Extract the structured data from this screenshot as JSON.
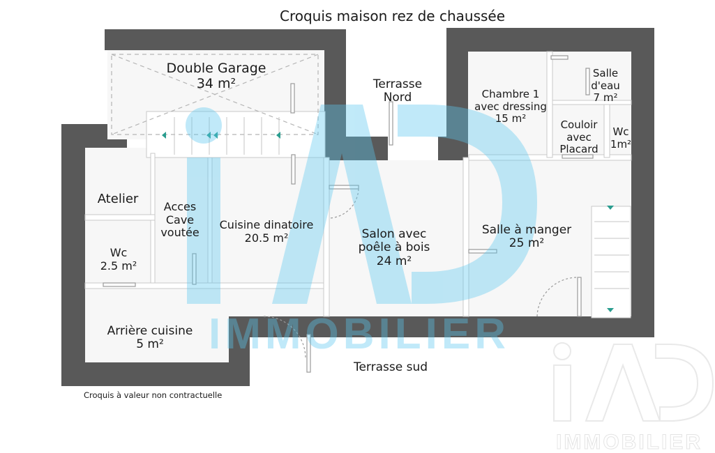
{
  "title": "Croquis maison rez de chaussée",
  "disclaimer": "Croquis à valeur non contractuelle",
  "watermark": {
    "brand": "iAD",
    "subtitle": "IMMOBILIER"
  },
  "rooms": [
    {
      "name": "Double Garage",
      "area": "34 m²"
    },
    {
      "name": "Terrasse\nNord",
      "area": ""
    },
    {
      "name": "Chambre 1\navec dressing",
      "area": "15 m²"
    },
    {
      "name": "Salle\nd'eau",
      "area": "7 m²"
    },
    {
      "name": "Couloir\navec\nPlacard",
      "area": ""
    },
    {
      "name": "Wc",
      "area": "1m²"
    },
    {
      "name": "Atelier",
      "area": ""
    },
    {
      "name": "Acces\nCave\nvoutée",
      "area": ""
    },
    {
      "name": "Cuisine dinatoire",
      "area": "20.5 m²"
    },
    {
      "name": "Salon avec\npoêle à bois",
      "area": "24 m²"
    },
    {
      "name": "Salle à manger",
      "area": "25 m²"
    },
    {
      "name": "Wc",
      "area": "2.5 m²"
    },
    {
      "name": "Arrière cuisine",
      "area": "5 m²"
    },
    {
      "name": "Terrasse sud",
      "area": ""
    }
  ],
  "colors": {
    "wall": "#595959",
    "watermark": "#5bc8f0",
    "text": "#1a1a1a"
  }
}
